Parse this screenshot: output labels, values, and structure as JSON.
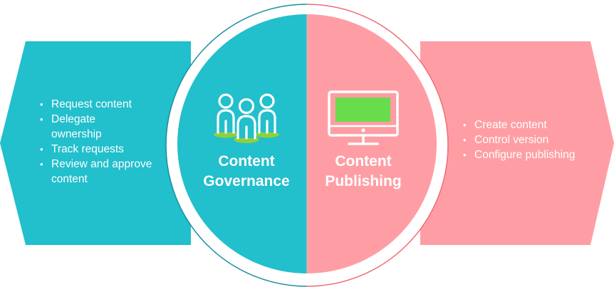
{
  "colors": {
    "governance": "#22bfcc",
    "publishing": "#fe9ea4",
    "monitor_screen": "#69dc4c",
    "people_base": "#8cd13c"
  },
  "governance": {
    "icon": "people-group-icon",
    "title_line1": "Content",
    "title_line2": "Governance",
    "items": [
      "Request content",
      "Delegate ownership",
      "Track requests",
      "Review and approve content"
    ]
  },
  "publishing": {
    "icon": "monitor-icon",
    "title_line1": "Content",
    "title_line2": "Publishing",
    "items": [
      "Create content",
      "Control version",
      "Configure publishing"
    ]
  }
}
